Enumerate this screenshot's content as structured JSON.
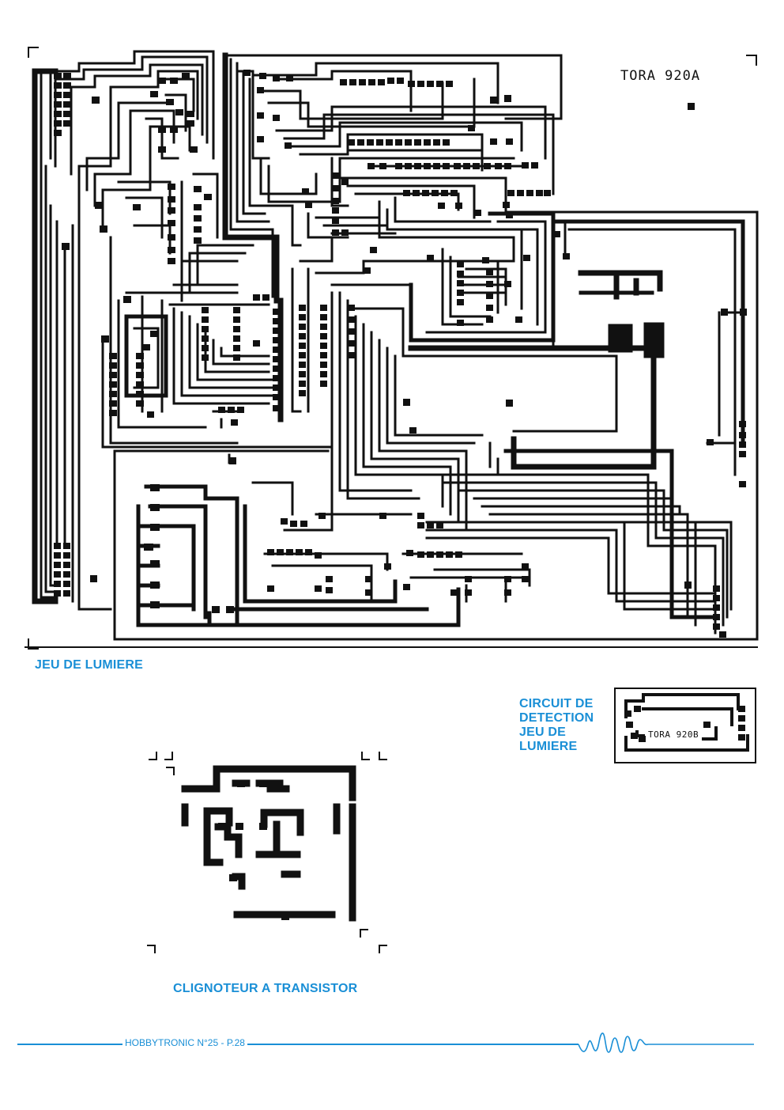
{
  "board_main": {
    "label": "TORA 920A"
  },
  "board_detection": {
    "label": "TORA 920B"
  },
  "captions": {
    "main": "JEU DE LUMIERE",
    "detection": [
      "CIRCUIT DE",
      "DETECTION",
      "JEU DE",
      "LUMIERE"
    ],
    "blinker": "CLIGNOTEUR A TRANSISTOR"
  },
  "footer": {
    "text": "HOBBYTRONIC N°25 - P.28"
  },
  "colors": {
    "trace": "#111111",
    "caption": "#1a8fd6",
    "paper": "#ffffff"
  }
}
